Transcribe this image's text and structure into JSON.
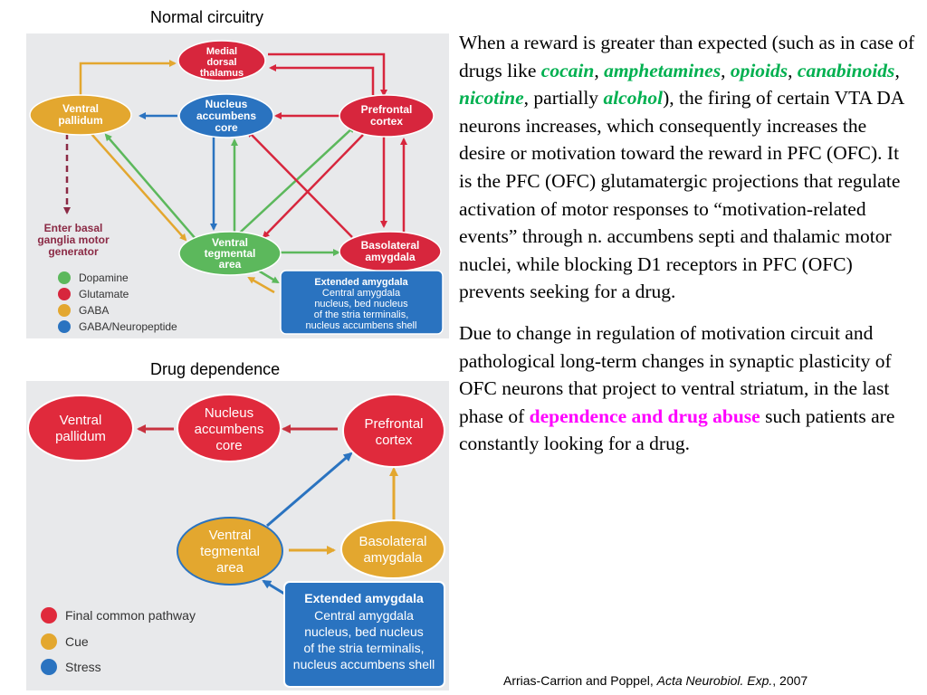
{
  "top_panel": {
    "title": "Normal circuitry",
    "nodes": {
      "medial_dorsal_thalamus": [
        "Medial",
        "dorsal",
        "thalamus"
      ],
      "ventral_pallidum": [
        "Ventral",
        "pallidum"
      ],
      "nucleus_accumbens_core": [
        "Nucleus",
        "accumbens",
        "core"
      ],
      "prefrontal_cortex": [
        "Prefrontal",
        "cortex"
      ],
      "ventral_tegmental_area": [
        "Ventral",
        "tegmental",
        "area"
      ],
      "basolateral_amygdala": [
        "Basolateral",
        "amygdala"
      ],
      "basal_ganglia": [
        "Enter basal",
        "ganglia motor",
        "generator"
      ]
    },
    "extended_amygdala": {
      "title": "Extended amygdala",
      "lines": [
        "Central amygdala",
        "nucleus, bed nucleus",
        "of the stria terminalis,",
        "nucleus accumbens shell"
      ]
    },
    "legend": [
      {
        "label": "Dopamine",
        "color": "#5cb85c"
      },
      {
        "label": "Glutamate",
        "color": "#d7263d"
      },
      {
        "label": "GABA",
        "color": "#e3a72f"
      },
      {
        "label": "GABA/Neuropeptide",
        "color": "#2a73c0"
      }
    ]
  },
  "bottom_panel": {
    "title": "Drug dependence",
    "nodes": {
      "ventral_pallidum": [
        "Ventral",
        "pallidum"
      ],
      "nucleus_accumbens_core": [
        "Nucleus",
        "accumbens",
        "core"
      ],
      "prefrontal_cortex": [
        "Prefrontal",
        "cortex"
      ],
      "ventral_tegmental_area": [
        "Ventral",
        "tegmental",
        "area"
      ],
      "basolateral_amygdala": [
        "Basolateral",
        "amygdala"
      ]
    },
    "extended_amygdala": {
      "title": "Extended amygdala",
      "lines": [
        "Central amygdala",
        "nucleus, bed nucleus",
        "of the stria terminalis,",
        "nucleus accumbens shell"
      ]
    },
    "legend": [
      {
        "label": "Final common pathway",
        "color": "#d7263d"
      },
      {
        "label": "Cue",
        "color": "#e3a72f"
      },
      {
        "label": "Stress",
        "color": "#2a73c0"
      }
    ]
  },
  "paragraph1": {
    "intro": "When a reward is greater than expected (such as in case of drugs like ",
    "drug1": "cocain",
    "sep1": ", ",
    "drug2": "amphetamines",
    "sep2": ", ",
    "drug3": "opioids",
    "sep3": ", ",
    "drug4": "canabinoids",
    "sep4": ", ",
    "drug5": "nicotine",
    "sep5": ", partially ",
    "drug6": "alcohol",
    "rest": "), the firing of certain VTA DA neurons increases, which consequently increases the desire or motivation toward the reward in PFC (OFC). It is the PFC (OFC) glutamatergic projections that regulate activation of motor responses to “motivation-related events” through n. accumbens septi and thalamic motor nuclei, while blocking D1 receptors in PFC (OFC) prevents seeking for a drug."
  },
  "paragraph2": {
    "intro": "Due to change in regulation of motivation circuit and pathological long-term changes in synaptic plasticity of OFC neurons that project to ventral striatum, in the last phase of ",
    "highlight": "dependence and drug abuse",
    "rest": " such patients are constantly looking for a drug."
  },
  "citation": {
    "authors": "Arrias-Carrion and Poppel, ",
    "journal": "Acta Neurobiol. Exp.",
    "year": ", 2007"
  },
  "colors": {
    "dopamine": "#5cb85c",
    "glutamate": "#d7263d",
    "gaba": "#e3a72f",
    "gaba_neuropeptide": "#2a73c0",
    "panel_bg": "#e8e9eb"
  }
}
